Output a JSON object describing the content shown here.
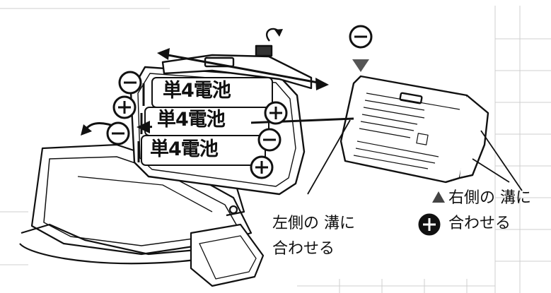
{
  "diagram": {
    "battery_labels": [
      "単4電池",
      "単4電池",
      "単4電池"
    ],
    "left_instruction": [
      "左側の 溝に",
      "合わせる"
    ],
    "right_instruction": [
      "右側の 溝に",
      "合わせる"
    ],
    "symbols": {
      "minus": "−",
      "plus": "+"
    },
    "colors": {
      "ink": "#111111",
      "grid": "#c9c9c9",
      "triangle": "#555555"
    }
  }
}
